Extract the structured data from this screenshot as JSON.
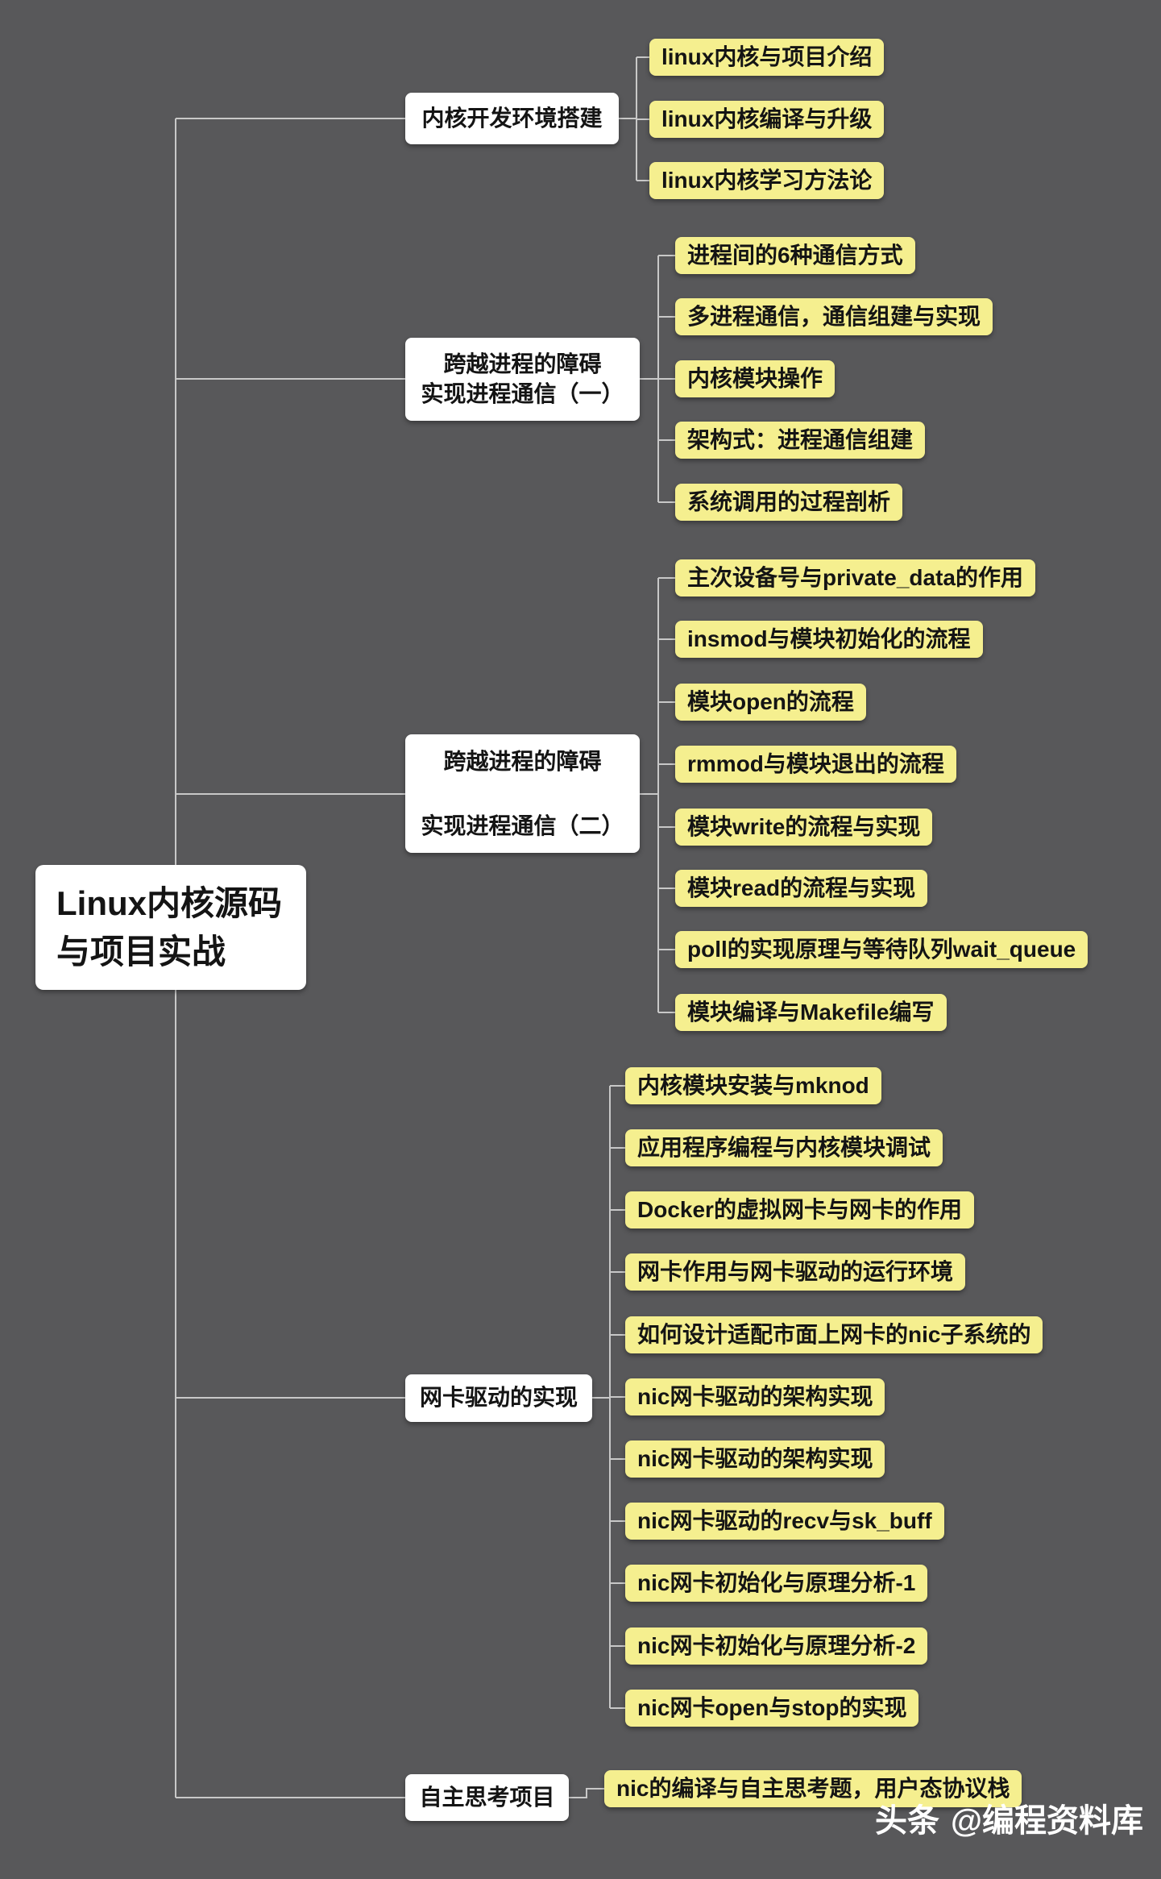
{
  "colors": {
    "background": "#58585a",
    "node_bg": "#ffffff",
    "topic_bg": "#f5ef8f",
    "line": "#c8c8c8",
    "text": "#141414",
    "watermark_text": "#ffffff"
  },
  "root": {
    "lines": [
      "Linux内核源码",
      "与项目实战"
    ]
  },
  "branches": [
    {
      "label_lines": [
        "内核开发环境搭建"
      ],
      "children": [
        "linux内核与项目介绍",
        "linux内核编译与升级",
        "linux内核学习方法论"
      ]
    },
    {
      "label_lines": [
        "跨越进程的障碍",
        "实现进程通信（一）"
      ],
      "children": [
        "进程间的6种通信方式",
        "多进程通信，通信组建与实现",
        "内核模块操作",
        "架构式：进程通信组建",
        "系统调用的过程剖析"
      ]
    },
    {
      "label_lines": [
        "跨越进程的障碍",
        "实现进程通信（二）"
      ],
      "children": [
        "主次设备号与private_data的作用",
        "insmod与模块初始化的流程",
        "模块open的流程",
        "rmmod与模块退出的流程",
        "模块write的流程与实现",
        "模块read的流程与实现",
        "poll的实现原理与等待队列wait_queue",
        "模块编译与Makefile编写"
      ]
    },
    {
      "label_lines": [
        "网卡驱动的实现"
      ],
      "children": [
        "内核模块安装与mknod",
        "应用程序编程与内核模块调试",
        "Docker的虚拟网卡与网卡的作用",
        "网卡作用与网卡驱动的运行环境",
        "如何设计适配市面上网卡的nic子系统的",
        "nic网卡驱动的架构实现",
        "nic网卡驱动的架构实现",
        "nic网卡驱动的recv与sk_buff",
        "nic网卡初始化与原理分析-1",
        "nic网卡初始化与原理分析-2",
        "nic网卡open与stop的实现"
      ]
    },
    {
      "label_lines": [
        "自主思考项目"
      ],
      "children": [
        "nic的编译与自主思考题，用户态协议栈"
      ]
    }
  ],
  "watermark": {
    "brand": "头条",
    "handle": "@编程资料库"
  }
}
